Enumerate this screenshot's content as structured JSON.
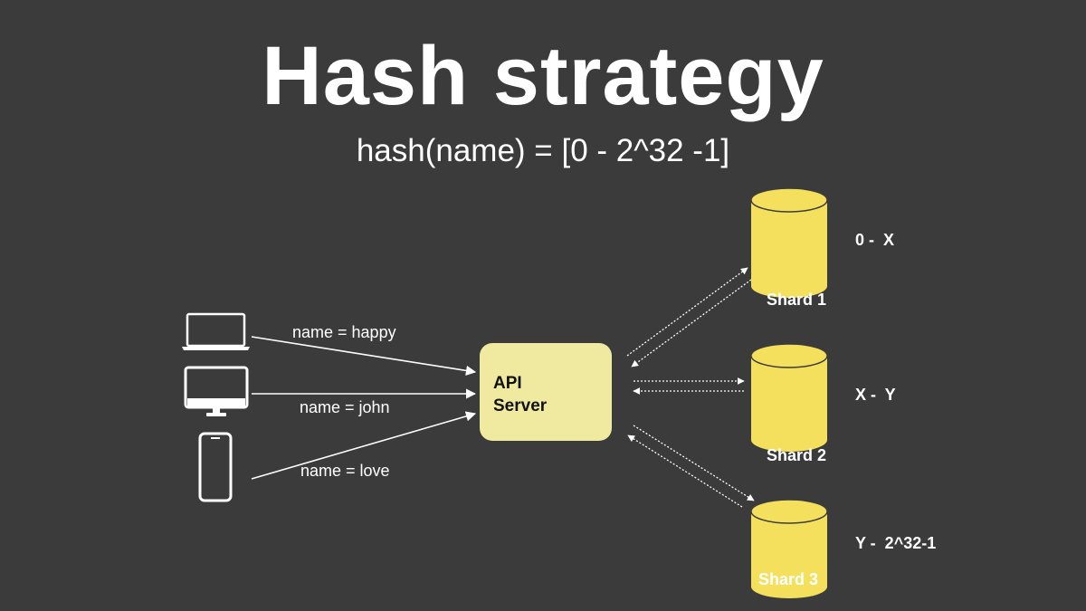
{
  "title": "Hash strategy",
  "formula": "hash(name) = [0 - 2^32 -1]",
  "clients": [
    {
      "device": "laptop-icon",
      "request": "name = happy"
    },
    {
      "device": "desktop-monitor-icon",
      "request": "name = john"
    },
    {
      "device": "smartphone-icon",
      "request": "name = love"
    }
  ],
  "api_server": {
    "line1": "API",
    "line2": "Server"
  },
  "shards": [
    {
      "name": "Shard 1",
      "range": "0 -  X"
    },
    {
      "name": "Shard 2",
      "range": "X -  Y"
    },
    {
      "name": "Shard 3",
      "range": "Y -  2^32-1"
    }
  ],
  "colors": {
    "background": "#3b3b3b",
    "api_box": "#efeaa0",
    "shard": "#f5e05e",
    "text": "#ffffff"
  }
}
